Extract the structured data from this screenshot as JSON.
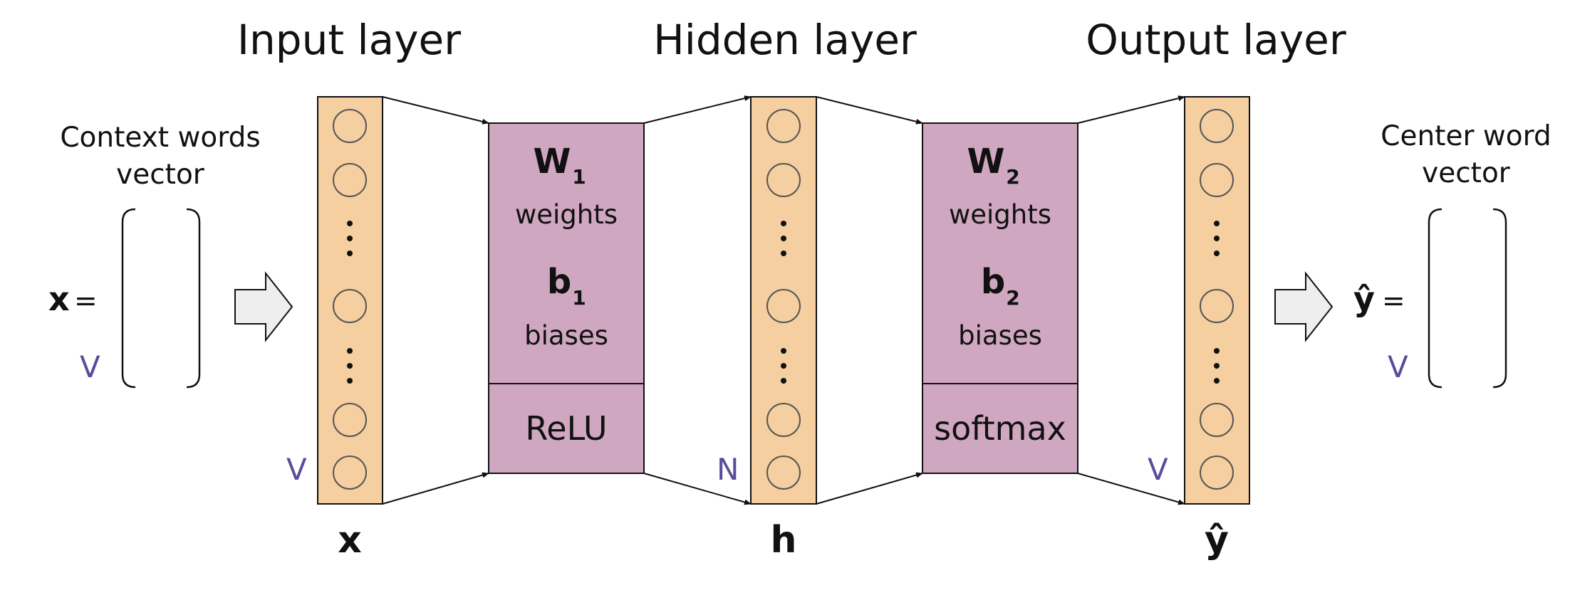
{
  "colors": {
    "layer_fill": "#F5CFA0",
    "matrix_fill": "#CFA7C1",
    "dim_label": "#5A4C9C",
    "outline": "#111111",
    "neuron_stroke": "#555555",
    "block_arrow_fill": "#EEEEEE"
  },
  "titles": {
    "input": "Input layer",
    "hidden": "Hidden layer",
    "output": "Output layer"
  },
  "left": {
    "caption_line1": "Context words",
    "caption_line2": "vector",
    "var_symbol": "x",
    "equals": "=",
    "dim": "V"
  },
  "right": {
    "caption_line1": "Center word",
    "caption_line2": "vector",
    "var_symbol": "ŷ",
    "equals": "=",
    "dim": "V"
  },
  "layers": {
    "input": {
      "dim": "V",
      "label": "x"
    },
    "hidden": {
      "dim": "N",
      "label": "h"
    },
    "output": {
      "dim": "V",
      "label": "ŷ"
    }
  },
  "blocks": {
    "first": {
      "weight_symbol": "W",
      "weight_sub": "1",
      "weight_text": "weights",
      "bias_symbol": "b",
      "bias_sub": "1",
      "bias_text": "biases",
      "activation": "ReLU"
    },
    "second": {
      "weight_symbol": "W",
      "weight_sub": "2",
      "weight_text": "weights",
      "bias_symbol": "b",
      "bias_sub": "2",
      "bias_text": "biases",
      "activation": "softmax"
    }
  },
  "icons": {
    "input_arrow": "block-arrow-right-icon",
    "output_arrow": "block-arrow-right-icon",
    "ellipsis": "vertical-ellipsis-icon",
    "neuron": "circle-icon"
  }
}
